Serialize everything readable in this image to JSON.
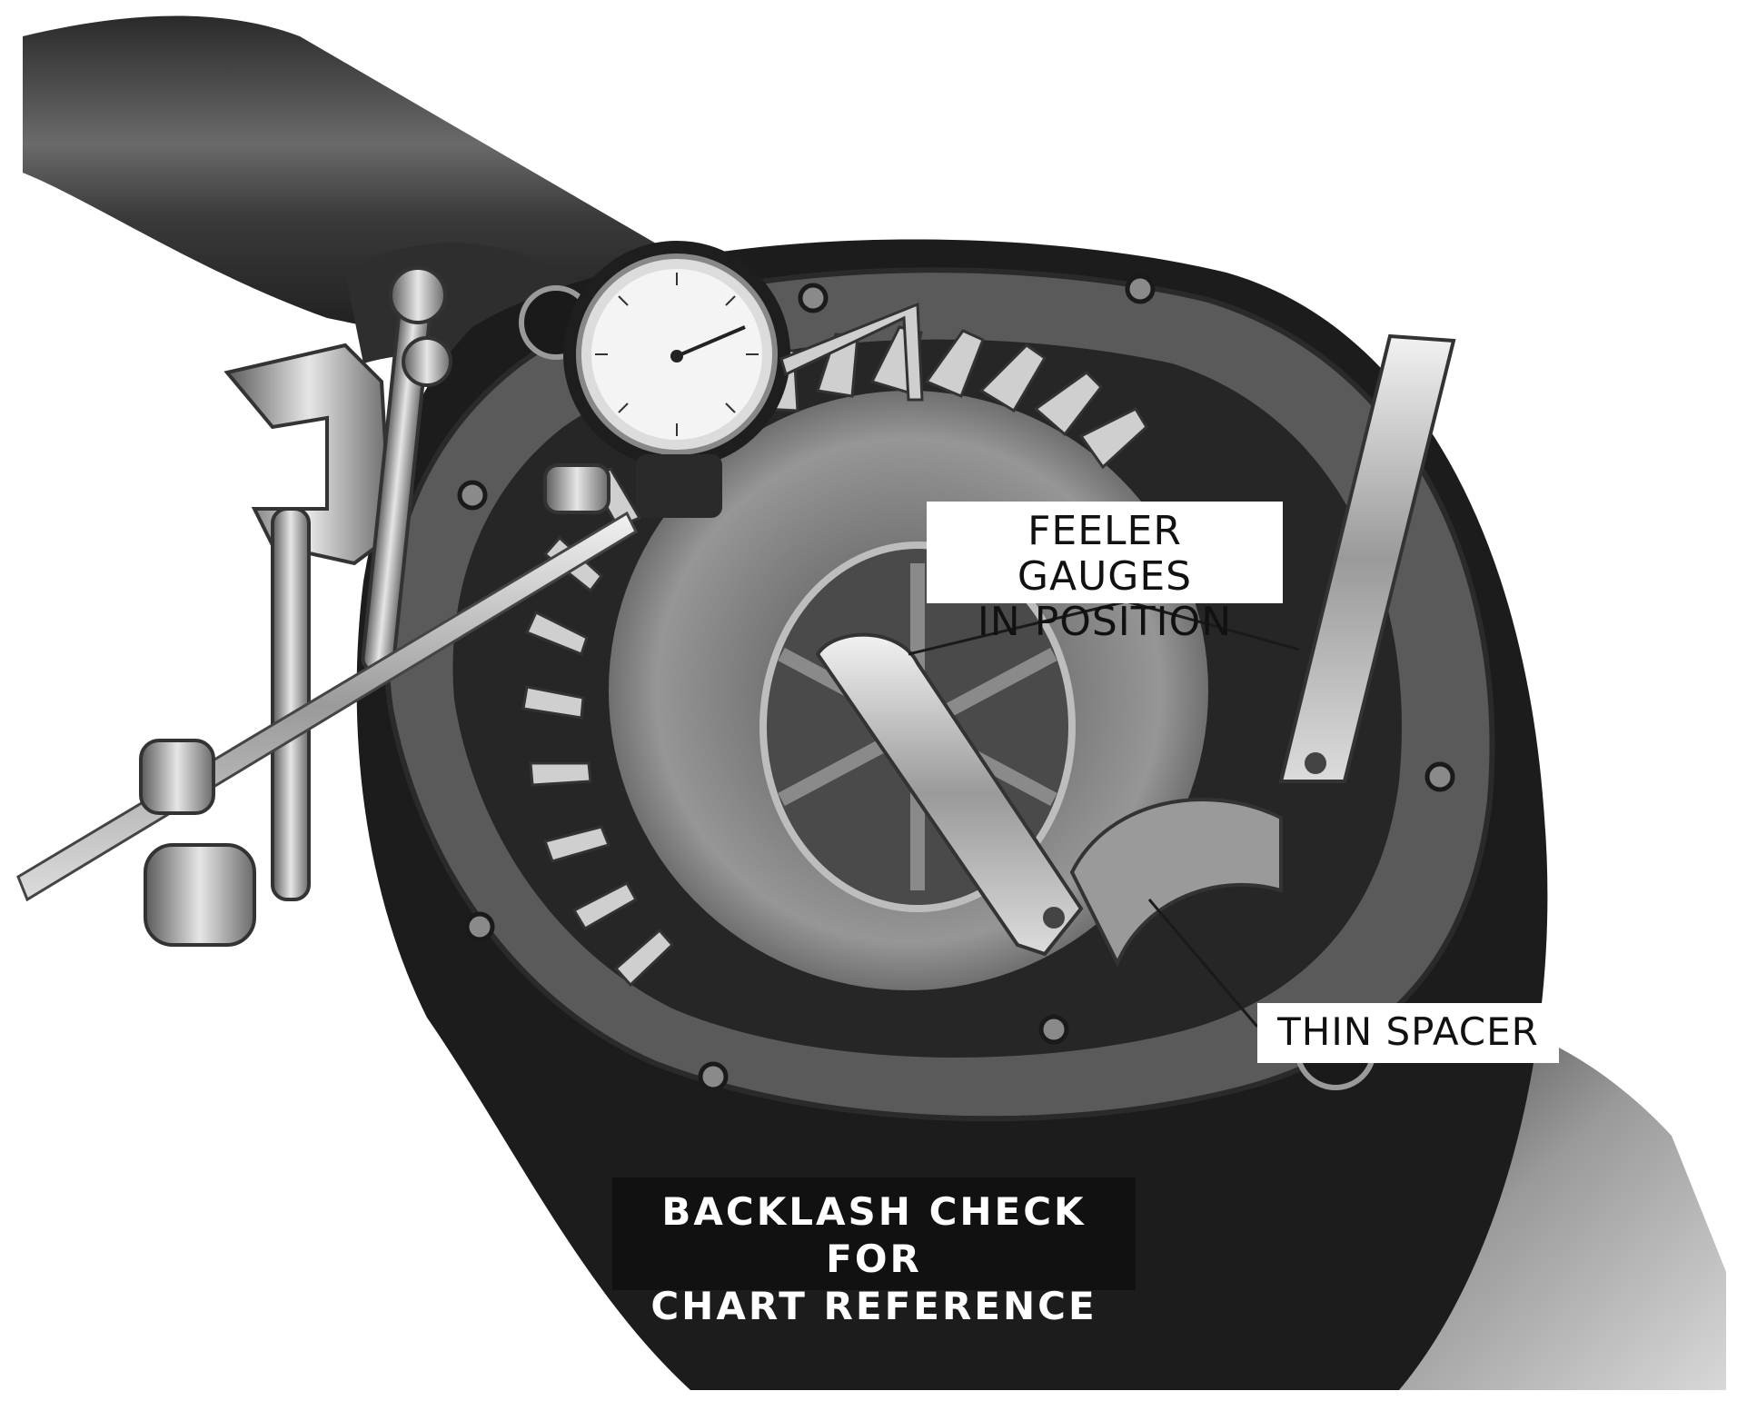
{
  "labels": {
    "feeler_gauges": {
      "line1": "FEELER GAUGES",
      "line2": "IN POSITION"
    },
    "thin_spacer": "THIN SPACER",
    "backlash_check": {
      "line1": "BACKLASH CHECK FOR",
      "line2": "CHART REFERENCE"
    }
  },
  "colors": {
    "background": "#ffffff",
    "housing_dark": "#1c1c1c",
    "metal_mid": "#7a7a7a",
    "metal_light": "#d8d8d8",
    "label_box_light": "#ffffff",
    "label_box_dark": "#111111"
  }
}
